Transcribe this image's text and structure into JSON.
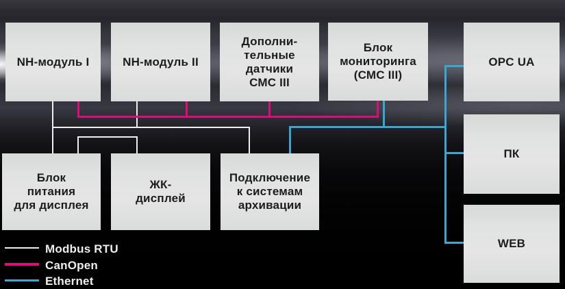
{
  "boxes": [
    {
      "name": "nh-module-1",
      "lines": [
        "NH-модуль I"
      ]
    },
    {
      "name": "nh-module-2",
      "lines": [
        "NH-модуль II"
      ]
    },
    {
      "name": "additional-sensors",
      "lines": [
        "Дополни-",
        "тельные",
        "датчики",
        "СМС III"
      ]
    },
    {
      "name": "monitoring-unit",
      "lines": [
        "Блок",
        "мониторинга",
        "(СМС III)"
      ]
    },
    {
      "name": "opc-ua",
      "lines": [
        "OPC UA"
      ]
    },
    {
      "name": "pc",
      "lines": [
        "ПК"
      ]
    },
    {
      "name": "web",
      "lines": [
        "WEB"
      ]
    },
    {
      "name": "power-supply",
      "lines": [
        "Блок",
        "питания",
        "для дисплея"
      ]
    },
    {
      "name": "lcd-display",
      "lines": [
        "ЖК-",
        "дисплей"
      ]
    },
    {
      "name": "archiving-systems",
      "lines": [
        "Подключение",
        "к системам",
        "архивации"
      ]
    }
  ],
  "legend": {
    "items": [
      {
        "id": "modbus",
        "label": "Modbus RTU",
        "color": "#efefef"
      },
      {
        "id": "canopen",
        "label": "CanOpen",
        "color": "#e2097c"
      },
      {
        "id": "ethernet",
        "label": "Ethernet",
        "color": "#3aa6d4"
      }
    ]
  }
}
